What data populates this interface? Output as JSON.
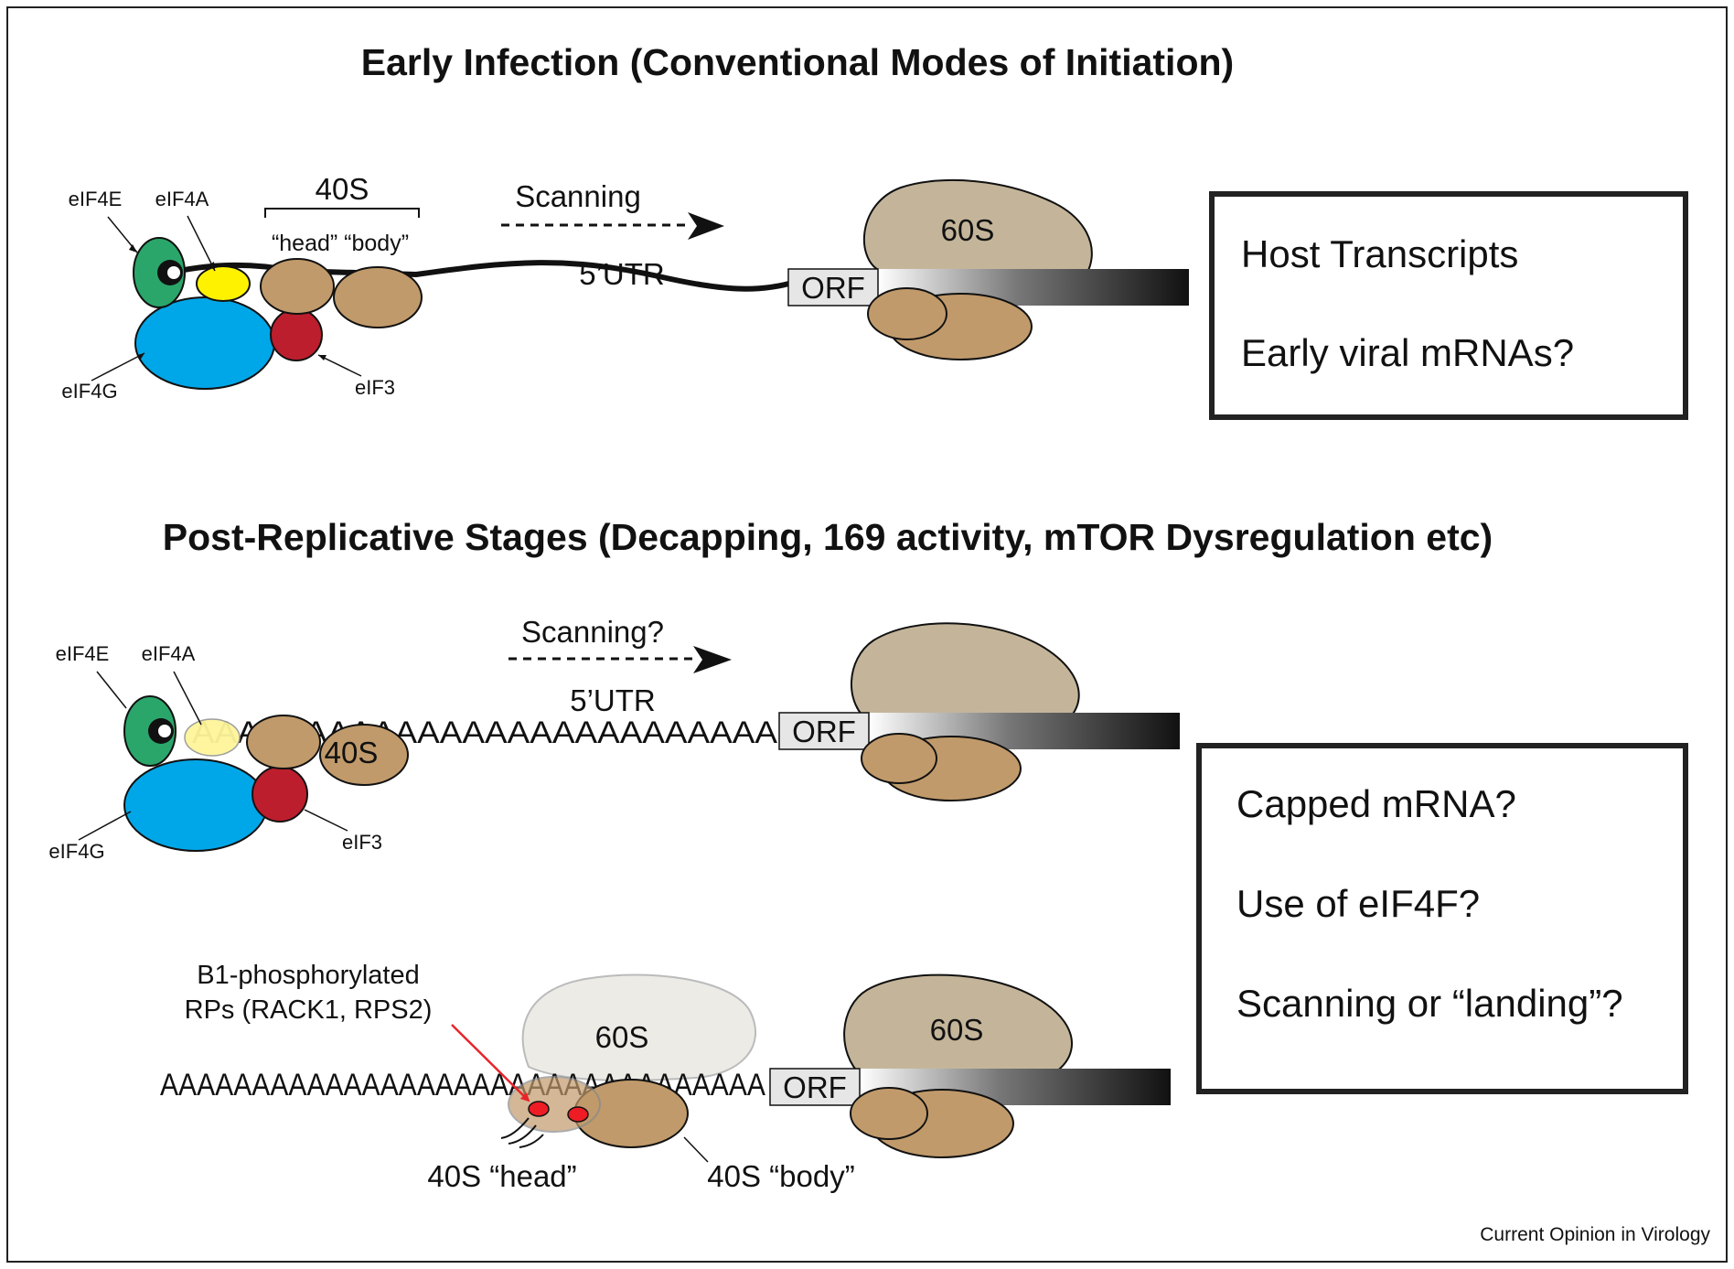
{
  "panel1": {
    "title": "Early Infection (Conventional Modes of Initiation)",
    "labels": {
      "eif4e": "eIF4E",
      "eif4a": "eIF4A",
      "eif4g": "eIF4G",
      "eif3": "eIF3",
      "s40": "40S",
      "head_body": "“head” “body”",
      "scanning": "Scanning",
      "utr": "5’UTR",
      "orf": "ORF",
      "s60": "60S"
    },
    "box": {
      "line1": "Host Transcripts",
      "line2": "Early viral mRNAs?"
    }
  },
  "panel2": {
    "title": "Post-Replicative Stages (Decapping, 169 activity, mTOR Dysregulation etc)",
    "upper": {
      "eif4e": "eIF4E",
      "eif4a": "eIF4A",
      "eif4g": "eIF4G",
      "eif3": "eIF3",
      "s40": "40S",
      "scanning": "Scanning?",
      "utr": "5’UTR",
      "polyA": "AAAAAAAAAAAAAAAAAAAAAAAAAA",
      "orf": "ORF"
    },
    "lower": {
      "rp_line1": "B1-phosphorylated",
      "rp_line2": "RPs (RACK1, RPS2)",
      "s60_faded": "60S",
      "s60": "60S",
      "polyA": "AAAAAAAAAAAAAAAAAAAAAAAAAAAAAAAAA",
      "orf": "ORF",
      "head": "40S “head”",
      "body": "40S “body”"
    },
    "box": {
      "line1": "Capped mRNA?",
      "line2": "Use of eIF4F?",
      "line3": "Scanning or “landing”?"
    }
  },
  "credit": "Current Opinion in Virology",
  "colors": {
    "eif4e": "#2ba66a",
    "eif4a": "#fff200",
    "eif4a_faded": "#fff59a",
    "eif4g": "#00a7e8",
    "eif3": "#bd1e2d",
    "s40": "#c19a6b",
    "s60": "#c4b59a",
    "s60_faded": "#ecebe6",
    "rp_dot": "#ee1c25",
    "arrow_red": "#e8252a"
  }
}
